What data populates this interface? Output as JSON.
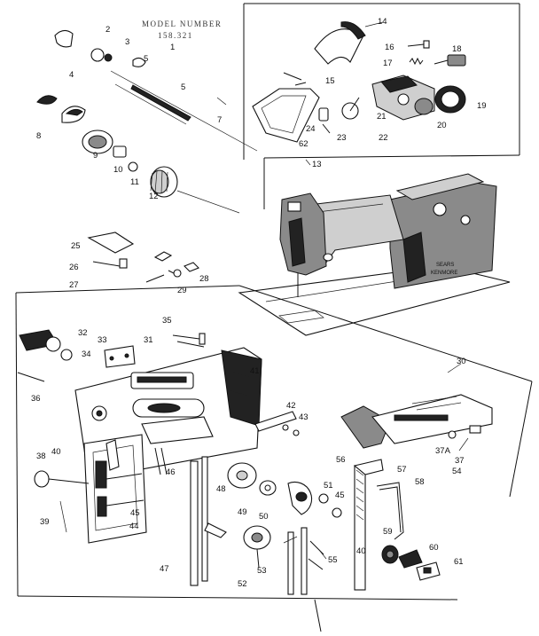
{
  "header": {
    "model_label": "MODEL NUMBER",
    "model_number": "158.321"
  },
  "machine": {
    "brand_line1": "SEARS",
    "brand_line2": "KENMORE"
  },
  "labels": [
    {
      "id": "1",
      "text": "1"
    },
    {
      "id": "2",
      "text": "2"
    },
    {
      "id": "3",
      "text": "3"
    },
    {
      "id": "4",
      "text": "4"
    },
    {
      "id": "5a",
      "text": "5"
    },
    {
      "id": "5b",
      "text": "5"
    },
    {
      "id": "7",
      "text": "7"
    },
    {
      "id": "8",
      "text": "8"
    },
    {
      "id": "9",
      "text": "9"
    },
    {
      "id": "10",
      "text": "10"
    },
    {
      "id": "11",
      "text": "11"
    },
    {
      "id": "12",
      "text": "12"
    },
    {
      "id": "13",
      "text": "13"
    },
    {
      "id": "14",
      "text": "14"
    },
    {
      "id": "15",
      "text": "15"
    },
    {
      "id": "16",
      "text": "16"
    },
    {
      "id": "17",
      "text": "17"
    },
    {
      "id": "18",
      "text": "18"
    },
    {
      "id": "19",
      "text": "19"
    },
    {
      "id": "20",
      "text": "20"
    },
    {
      "id": "21",
      "text": "21"
    },
    {
      "id": "22",
      "text": "22"
    },
    {
      "id": "23",
      "text": "23"
    },
    {
      "id": "24",
      "text": "24"
    },
    {
      "id": "25",
      "text": "25"
    },
    {
      "id": "26",
      "text": "26"
    },
    {
      "id": "27",
      "text": "27"
    },
    {
      "id": "28",
      "text": "28"
    },
    {
      "id": "29",
      "text": "29"
    },
    {
      "id": "30",
      "text": "30"
    },
    {
      "id": "31",
      "text": "31"
    },
    {
      "id": "32",
      "text": "32"
    },
    {
      "id": "33",
      "text": "33"
    },
    {
      "id": "34",
      "text": "34"
    },
    {
      "id": "35",
      "text": "35"
    },
    {
      "id": "36",
      "text": "36"
    },
    {
      "id": "37",
      "text": "37"
    },
    {
      "id": "37A",
      "text": "37A"
    },
    {
      "id": "38",
      "text": "38"
    },
    {
      "id": "39",
      "text": "39"
    },
    {
      "id": "40a",
      "text": "40"
    },
    {
      "id": "40b",
      "text": "40"
    },
    {
      "id": "41",
      "text": "41"
    },
    {
      "id": "42",
      "text": "42"
    },
    {
      "id": "43",
      "text": "43"
    },
    {
      "id": "44",
      "text": "44"
    },
    {
      "id": "45a",
      "text": "45"
    },
    {
      "id": "45b",
      "text": "45"
    },
    {
      "id": "46",
      "text": "46"
    },
    {
      "id": "47",
      "text": "47"
    },
    {
      "id": "48",
      "text": "48"
    },
    {
      "id": "49",
      "text": "49"
    },
    {
      "id": "50",
      "text": "50"
    },
    {
      "id": "51",
      "text": "51"
    },
    {
      "id": "52",
      "text": "52"
    },
    {
      "id": "53",
      "text": "53"
    },
    {
      "id": "54",
      "text": "54"
    },
    {
      "id": "55",
      "text": "55"
    },
    {
      "id": "56",
      "text": "56"
    },
    {
      "id": "57",
      "text": "57"
    },
    {
      "id": "58",
      "text": "58"
    },
    {
      "id": "59",
      "text": "59"
    },
    {
      "id": "60",
      "text": "60"
    },
    {
      "id": "61",
      "text": "61"
    },
    {
      "id": "62",
      "text": "62"
    }
  ]
}
